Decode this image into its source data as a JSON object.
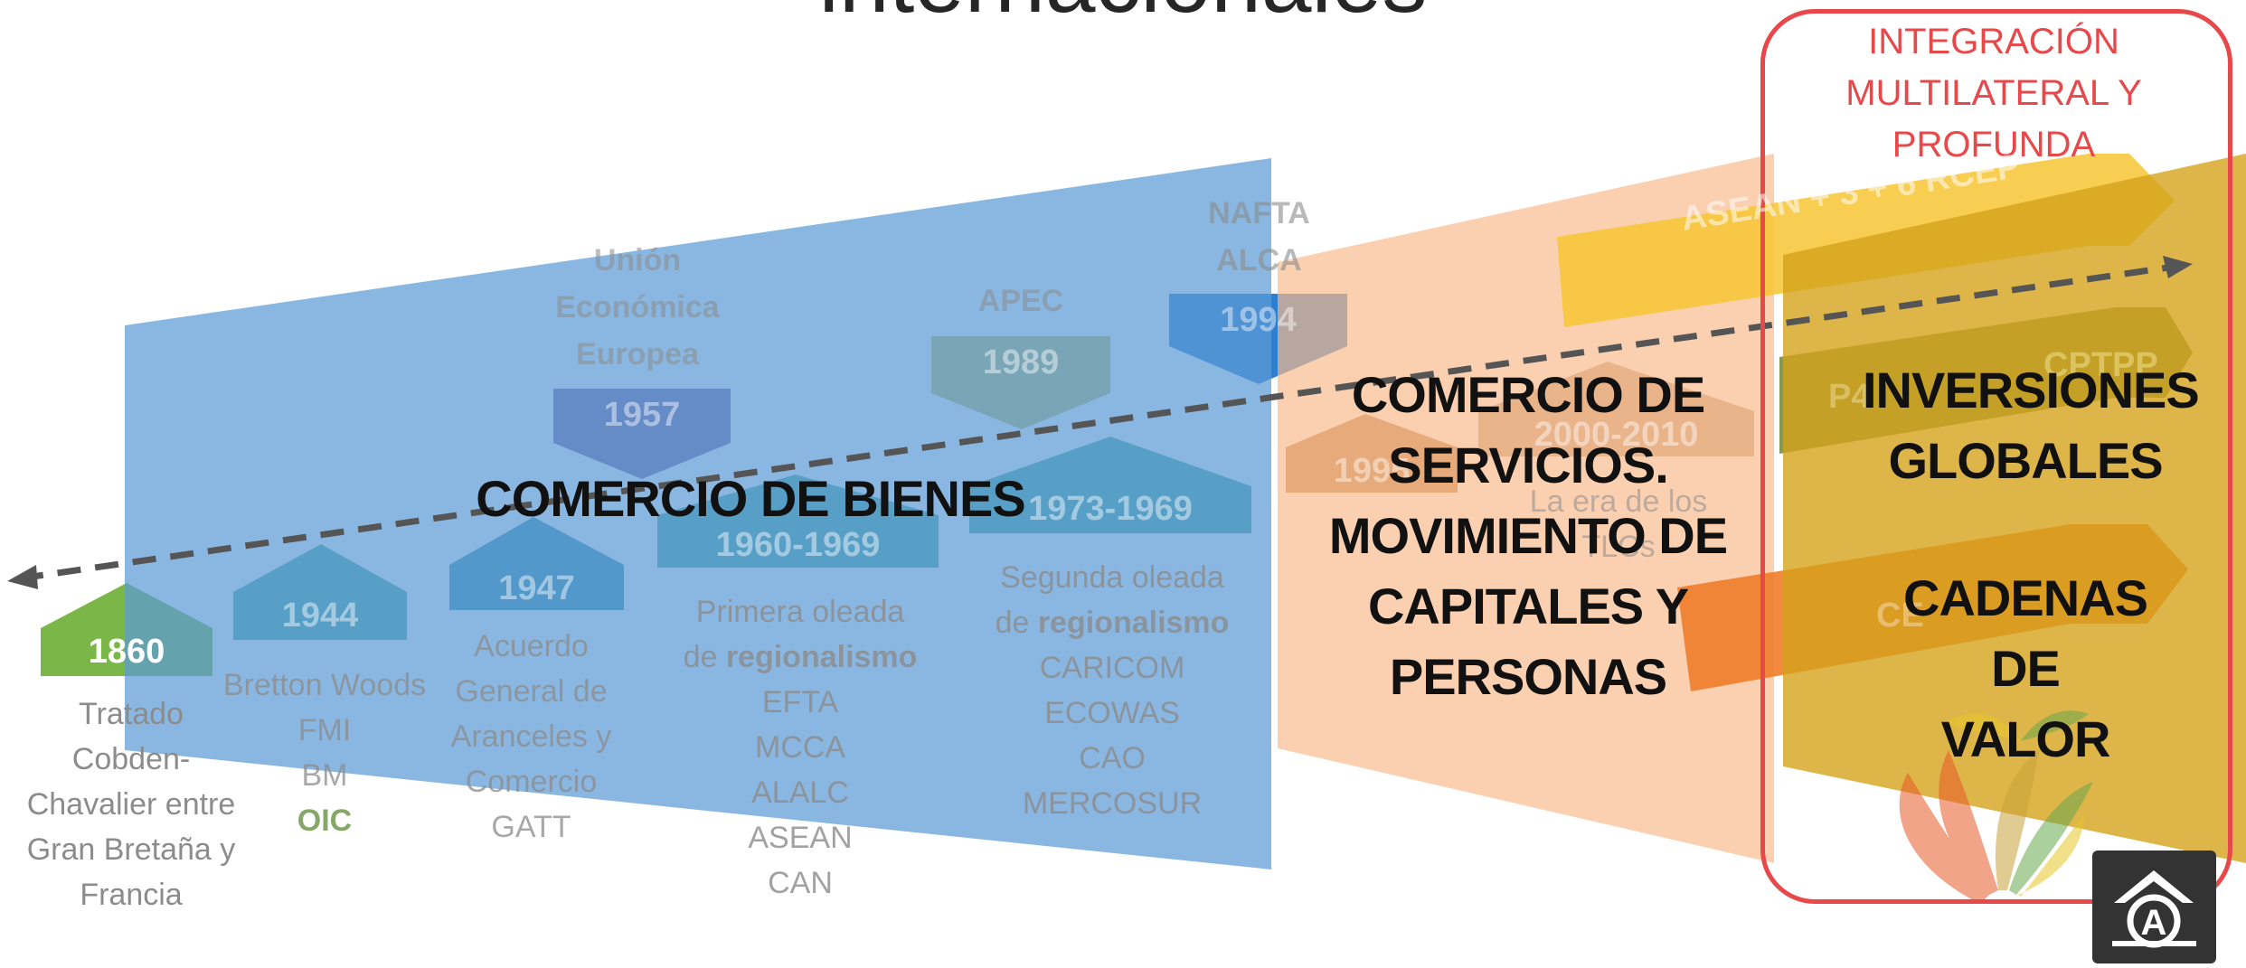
{
  "title": "internacionales",
  "eras": {
    "bienes": "COMERCIO DE BIENES",
    "servicios": [
      "COMERCIO DE",
      "SERVICIOS.",
      "MOVIMIENTO DE",
      "CAPITALES Y",
      "PERSONAS"
    ],
    "inversiones": [
      "INVERSIONES",
      "GLOBALES"
    ],
    "cadenas": [
      "CADENAS DE",
      "VALOR"
    ]
  },
  "integracion": [
    "INTEGRACIÓN",
    "MULTILATERAL Y",
    "PROFUNDA"
  ],
  "milestones": {
    "m1860": {
      "year": "1860",
      "desc": [
        "Tratado",
        "Cobden-",
        "Chavalier entre",
        "Gran Bretaña y",
        "Francia"
      ]
    },
    "m1944": {
      "year": "1944",
      "desc": [
        "Bretton Woods",
        "FMI",
        "BM"
      ],
      "highlight": "OIC"
    },
    "m1947": {
      "year": "1947",
      "desc": [
        "Acuerdo",
        "General de",
        "Aranceles y",
        "Comercio",
        "GATT"
      ]
    },
    "m1957": {
      "year": "1957",
      "label": [
        "Unión",
        "Económica",
        "Europea"
      ]
    },
    "m1960": {
      "year": "1960-1969",
      "desc_1": "Primera oleada",
      "desc_2a": "de ",
      "desc_2b": "regionalismo",
      "list": [
        "EFTA",
        "MCCA",
        "ALALC",
        "ASEAN",
        "CAN"
      ]
    },
    "m1973": {
      "year": "1973-1969",
      "desc_1": "Segunda oleada",
      "desc_2a": "de ",
      "desc_2b": "regionalismo",
      "list": [
        "CARICOM",
        "ECOWAS",
        "CAO",
        "MERCOSUR"
      ]
    },
    "m1989": {
      "year": "1989",
      "label": "APEC"
    },
    "m1994": {
      "year": "1994",
      "label": [
        "NAFTA",
        "ALCA"
      ]
    },
    "m1995": {
      "year": "1995"
    },
    "m2000": {
      "year": "2000-2010",
      "desc": [
        "La era de los",
        "TLCs"
      ]
    },
    "asean": "ASEAN + 3 + 6 RCEP",
    "p4": "P4",
    "cptpp": "CPTPP",
    "ai": "CE"
  },
  "colors": {
    "blue_band": "#5b9bd5",
    "orange_band": "#f9b98a",
    "gold_band": "#d4a31a",
    "red_outline": "#e8484a",
    "green": "#7ab648",
    "teal": "#4eaaa0",
    "purple": "#8064a2",
    "olive": "#c4bd69"
  },
  "icons": {
    "logo": "alianza-pacifico-logo-icon",
    "corner": "accessibility-a-icon"
  }
}
